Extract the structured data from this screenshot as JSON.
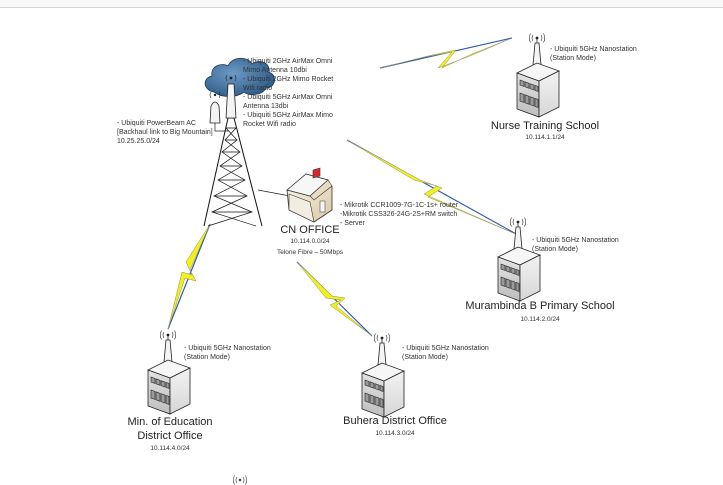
{
  "colors": {
    "link_blue": "#2e5aa8",
    "bolt_yellow": "#f5f01a",
    "bolt_outline": "#8a8f5a",
    "cloud_blue": "#3e6f9e",
    "building_gray": "#cfcfcf"
  },
  "core": {
    "tower_equipment": "- Ubiquiti 2GHz AirMax Omni\nMimo Antenna 10dbi\n- Ubiquiti 2GHz Mimo Rocket\nWifi radio\n- Ubiquiti 5GHz AirMax Omni\nAntenna 13dbi\n- Ubiquiti 5GHz AirMax Mimo\nRocket Wifi radio",
    "backhaul": "- Ubiquiti PowerBeam AC\n[Backhaul link to Big Mountain]\n10.25.25.0/24",
    "office_name": "CN OFFICE",
    "office_ip": "10.114.0.0/24",
    "office_uplink": "Telone Fibre – 50Mbps",
    "office_equipment": "- Mikrotik CCR1009-7G-1C-1s+ router\n-Mikrotik CSS326-24G-2S+RM switch\n- Server"
  },
  "sites": [
    {
      "name": "Nurse Training School",
      "ip": "10.114.1.1/24",
      "equipment": "- Ubiquiti 5GHz Nanostation\n(Station Mode)"
    },
    {
      "name": "Murambinda B Primary School",
      "ip": "10.114.2.0/24",
      "equipment": "- Ubiquiti 5GHz Nanostation\n(Station Mode)"
    },
    {
      "name": "Buhera District Office",
      "ip": "10.114.3.0/24",
      "equipment": "- Ubiquiti 5GHz Nanostation\n(Station Mode)"
    },
    {
      "name": "Min. of Education\nDistrict Office",
      "ip": "10.114.4.0/24",
      "equipment": "- Ubiquiti 5GHz Nanostation\n(Station Mode)"
    }
  ],
  "icons": {
    "wireless": "((•))"
  }
}
